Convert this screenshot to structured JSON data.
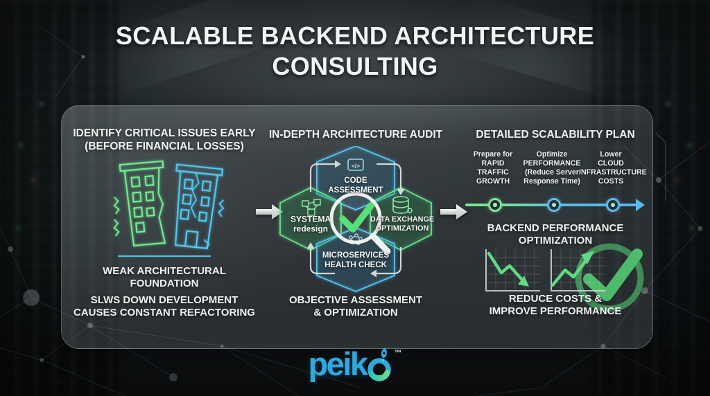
{
  "title": "SCALABLE BACKEND ARCHITECTURE\nCONSULTING",
  "columns": {
    "left": {
      "heading": "IDENTIFY CRITICAL ISSUES EARLY\n(BEFORE FINANCIAL LOSSES)",
      "illustration": "cracked-buildings",
      "caption_primary": "WEAK ARCHITECTURAL\nFOUNDATION",
      "caption_secondary": "SLWS DOWN DEVELOPMENT\nCAUSES CONSTANT REFACTORING"
    },
    "middle": {
      "heading": "IN-DEPTH ARCHITECTURE AUDIT",
      "code_glyph": "</>",
      "nodes": [
        {
          "id": "code-assessment",
          "label": "CODE\nASSESSMENT",
          "icon": "code-icon",
          "accent": "#5cc2ee"
        },
        {
          "id": "system-redesign",
          "label": "SYSTEMA\nredesign",
          "icon": "system-nodes-icon",
          "accent": "#6fe393"
        },
        {
          "id": "data-exchange-optimization",
          "label": "DATA EXCHANGE\nOPTIMIZATION",
          "icon": "database-icon",
          "accent": "#6fe393"
        },
        {
          "id": "microservices-health-check",
          "label": "MICROSERVICES\nHEALTH CHECK",
          "icon": "microservices-icon",
          "accent": "#5cc2ee"
        }
      ],
      "center_icon": "magnifier-check-icon",
      "footer": "OBJECTIVE ASSESSMENT\n& OPTIMIZATION"
    },
    "right": {
      "heading": "DETAILED SCALABILITY PLAN",
      "milestones": [
        {
          "label": "Prepare for\nRAPID\nTRAFFIC\nGROWTH",
          "dot_color": "#7ee29c"
        },
        {
          "label": "Optimize\nPERFORMANCE\n(Reduce Server\nResponse Time)",
          "dot_color": "#5fb9ea"
        },
        {
          "label": "Lower\nCLOUD\nINFRASTRUCTURE\nCOSTS",
          "dot_color": "#5fb9ea"
        }
      ],
      "sub_heading": "BACKEND PERFORMANCE\nOPTIMIZATION",
      "charts": [
        "downtrend-chart",
        "uptrend-chart"
      ],
      "footer": "REDUCE COSTS &\nIMPROVE PERFORMANCE"
    }
  },
  "logo": {
    "text_prefix": "peik",
    "o_icon": "rocket-crescent-o",
    "tm": "™"
  },
  "colors": {
    "green": "#6fe393",
    "blue": "#5ab9ea",
    "logo_blue": "#2fa9de",
    "panel_text": "#eef1ee"
  }
}
